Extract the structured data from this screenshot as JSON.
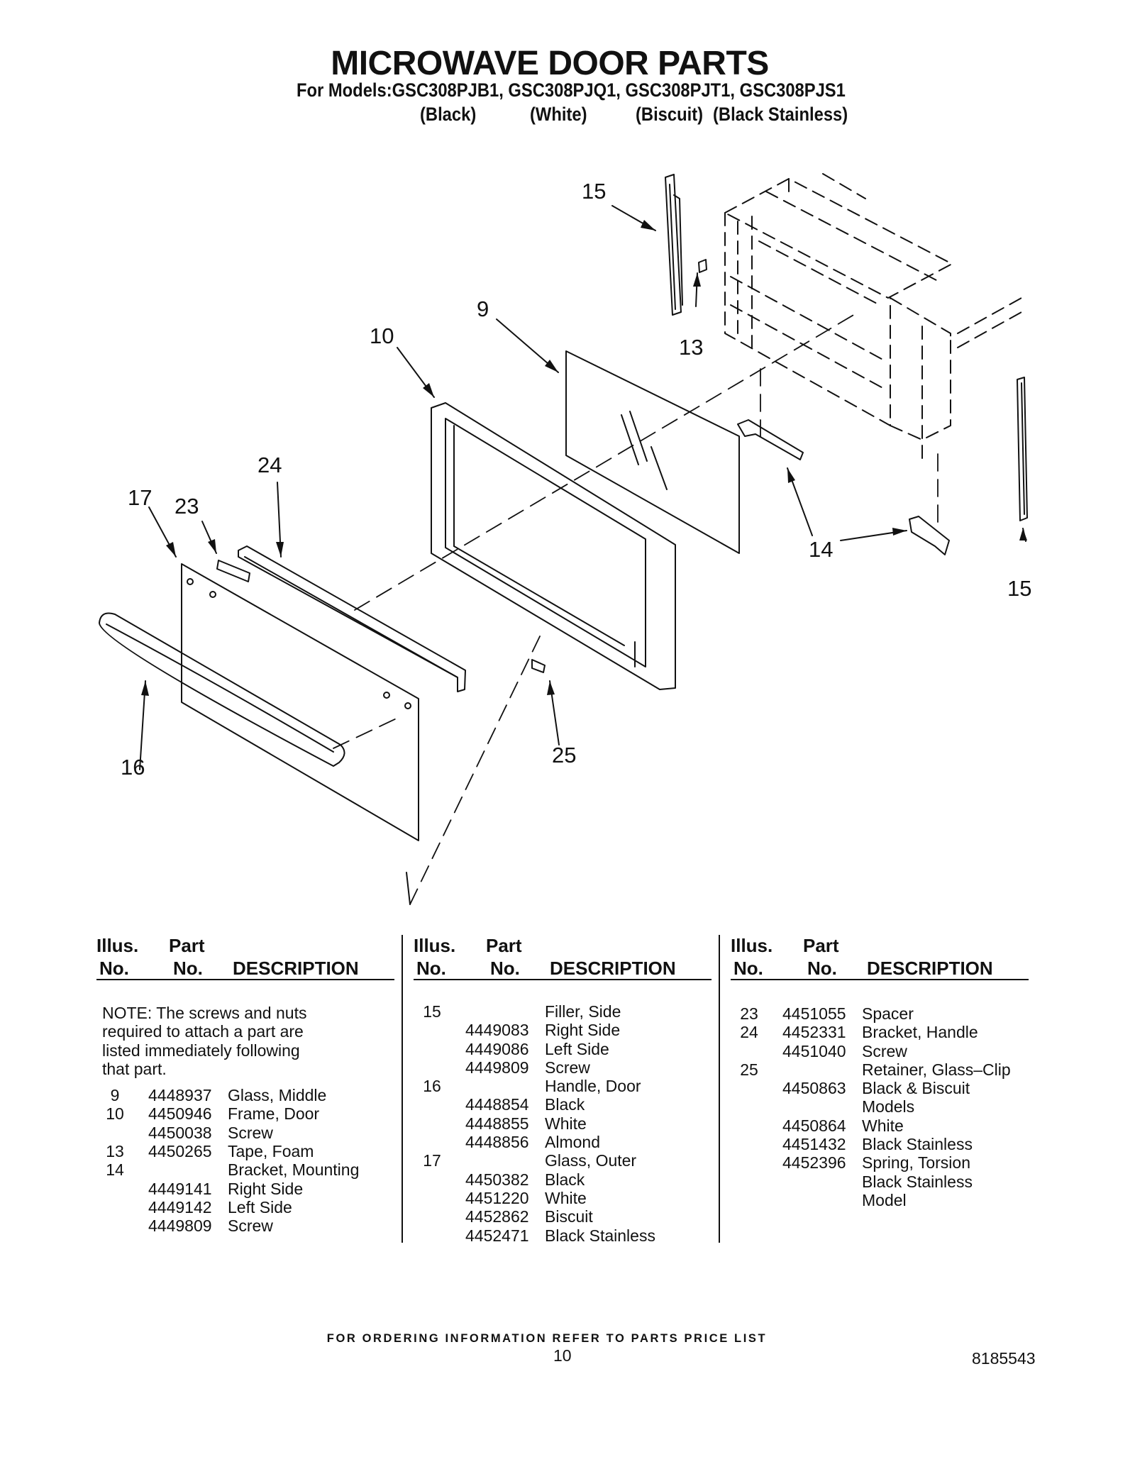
{
  "header": {
    "title": "MICROWAVE DOOR PARTS",
    "models": "For Models:GSC308PJB1, GSC308PJQ1, GSC308PJT1, GSC308PJS1",
    "colors": [
      "(Black)",
      "(White)",
      "(Biscuit)",
      "(Black Stainless)"
    ]
  },
  "diagram": {
    "callouts": [
      "15",
      "9",
      "13",
      "10",
      "24",
      "17",
      "23",
      "14",
      "15",
      "16",
      "25"
    ]
  },
  "table": {
    "headers": {
      "illus": "Illus.",
      "no1": "No.",
      "part": "Part",
      "no2": "No.",
      "desc": "DESCRIPTION"
    },
    "note": "NOTE: The screws and nuts\nrequired to attach a part are\nlisted immediately following\nthat part.",
    "columns": [
      [
        [
          "9",
          "4448937",
          "Glass, Middle"
        ],
        [
          "10",
          "4450946",
          "Frame, Door"
        ],
        [
          "",
          "4450038",
          "Screw"
        ],
        [
          "13",
          "4450265",
          "Tape, Foam"
        ],
        [
          "14",
          "",
          "Bracket, Mounting"
        ],
        [
          "",
          "4449141",
          "Right Side"
        ],
        [
          "",
          "4449142",
          "Left Side"
        ],
        [
          "",
          "4449809",
          "Screw"
        ]
      ],
      [
        [
          "15",
          "",
          "Filler, Side"
        ],
        [
          "",
          "4449083",
          "Right Side"
        ],
        [
          "",
          "4449086",
          "Left Side"
        ],
        [
          "",
          "4449809",
          "Screw"
        ],
        [
          "16",
          "",
          "Handle, Door"
        ],
        [
          "",
          "4448854",
          "Black"
        ],
        [
          "",
          "4448855",
          "White"
        ],
        [
          "",
          "4448856",
          "Almond"
        ],
        [
          "17",
          "",
          "Glass, Outer"
        ],
        [
          "",
          "4450382",
          "Black"
        ],
        [
          "",
          "4451220",
          "White"
        ],
        [
          "",
          "4452862",
          "Biscuit"
        ],
        [
          "",
          "4452471",
          "Black Stainless"
        ]
      ],
      [
        [
          "23",
          "4451055",
          "Spacer"
        ],
        [
          "24",
          "4452331",
          "Bracket, Handle"
        ],
        [
          "",
          "4451040",
          "Screw"
        ],
        [
          "25",
          "",
          "Retainer, Glass–Clip"
        ],
        [
          "",
          "4450863",
          "Black & Biscuit"
        ],
        [
          "",
          "",
          "Models"
        ],
        [
          "",
          "4450864",
          "White"
        ],
        [
          "",
          "4451432",
          "Black Stainless"
        ],
        [
          "",
          "4452396",
          "Spring, Torsion"
        ],
        [
          "",
          "",
          "Black Stainless"
        ],
        [
          "",
          "",
          "Model"
        ]
      ]
    ]
  },
  "footer": {
    "ordering": "FOR ORDERING INFORMATION REFER TO PARTS PRICE LIST",
    "page": "10",
    "doc_number": "8185543"
  }
}
